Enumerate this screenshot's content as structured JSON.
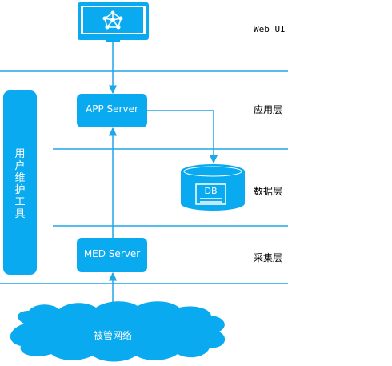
{
  "layers": {
    "web_ui": "Web UI",
    "app": "应用层",
    "data": "数据层",
    "collect": "采集层"
  },
  "boxes": {
    "app_server": "APP Server",
    "med_server": "MED Server",
    "db": "DB"
  },
  "side_tool": "用户维护工具",
  "network": "被管网络",
  "colors": {
    "accent": "#0aaaf0",
    "line": "#1ea7e9"
  },
  "icons": {
    "monitor": "monitor-network-icon",
    "database": "database-icon"
  }
}
